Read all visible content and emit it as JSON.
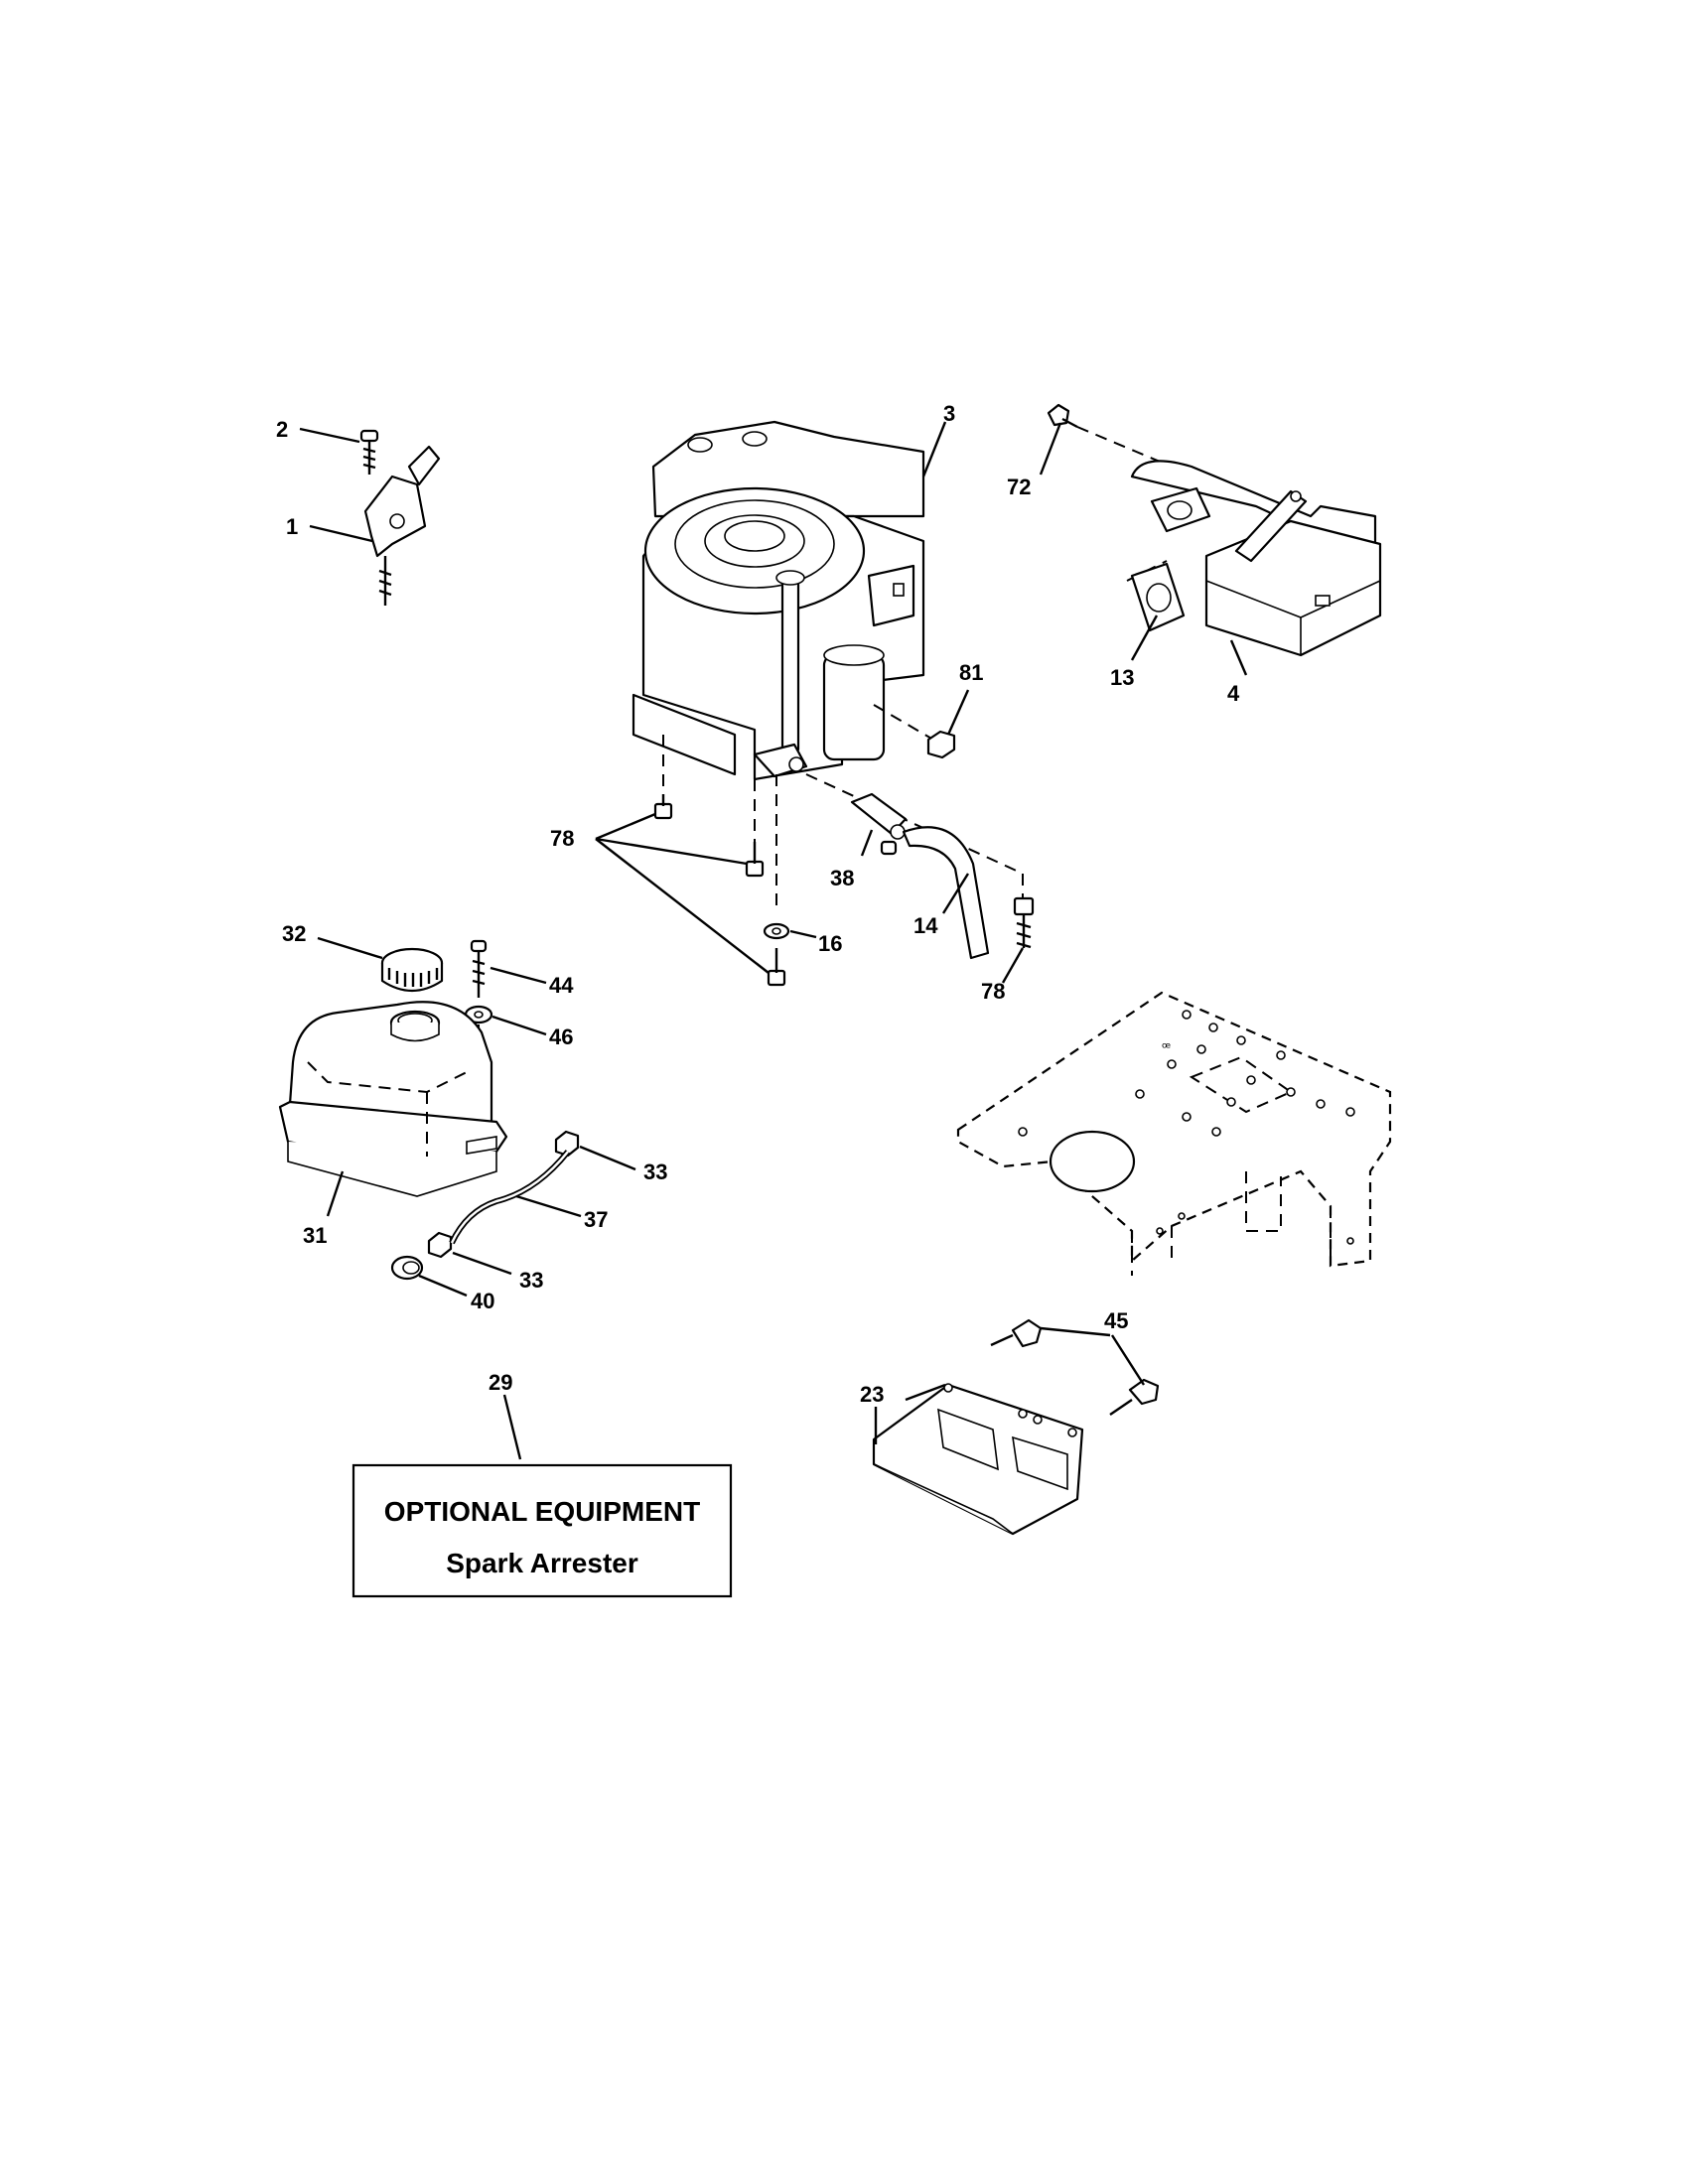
{
  "callouts": {
    "c1": "1",
    "c2": "2",
    "c3": "3",
    "c4": "4",
    "c13": "13",
    "c14": "14",
    "c16": "16",
    "c23": "23",
    "c29": "29",
    "c31": "31",
    "c32": "32",
    "c33a": "33",
    "c33b": "33",
    "c37": "37",
    "c38": "38",
    "c40": "40",
    "c44": "44",
    "c45": "45",
    "c46": "46",
    "c72": "72",
    "c78a": "78",
    "c78b": "78",
    "c81": "81"
  },
  "optional_box": {
    "title": "OPTIONAL EQUIPMENT",
    "subtitle": "Spark Arrester"
  }
}
